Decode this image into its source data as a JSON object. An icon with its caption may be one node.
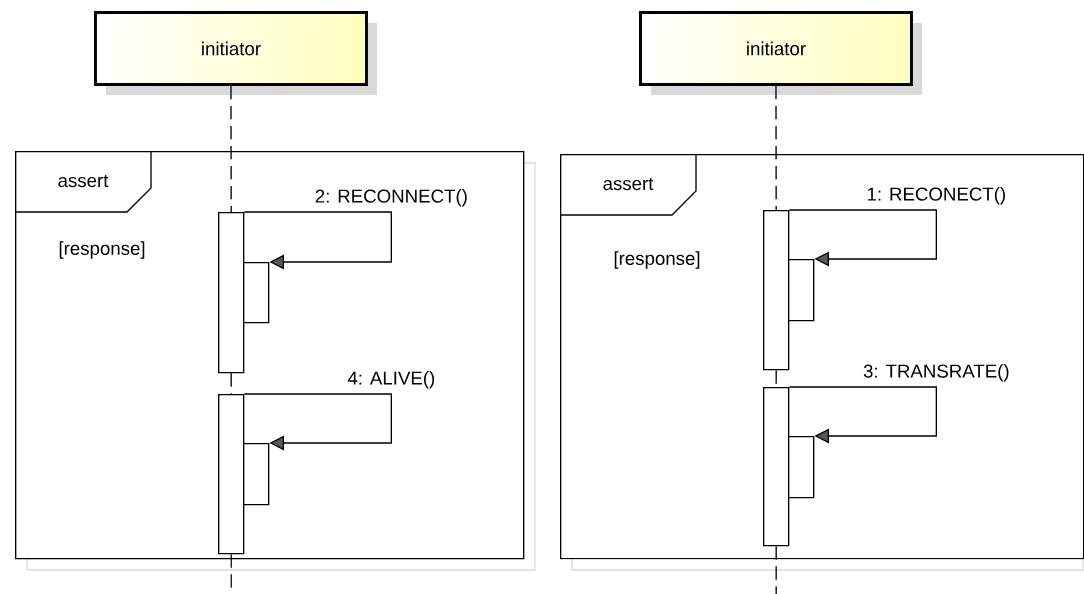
{
  "diagram": {
    "nodes": [
      {
        "text": [
          "initiator"
        ]
      },
      {
        "text": [
          "assert",
          "[response]"
        ]
      },
      {
        "text": [],
        "shape": "bar",
        "in": 1
      },
      {
        "text": [],
        "shape": "bar",
        "in": 1
      },
      {
        "text": [],
        "shape": "bar",
        "in": 1
      },
      {
        "text": [],
        "shape": "bar",
        "in": 1
      },
      {
        "text": [
          "initiator"
        ]
      },
      {
        "text": [
          "assert",
          "[response]"
        ]
      },
      {
        "text": [],
        "shape": "bar",
        "in": 7
      },
      {
        "text": [],
        "shape": "bar",
        "in": 7
      },
      {
        "text": [],
        "shape": "bar",
        "in": 7
      },
      {
        "text": [],
        "shape": "bar",
        "in": 7
      }
    ],
    "edges": [
      {
        "from": 0,
        "to": 2,
        "arrow": "none",
        "style": "dashed"
      },
      {
        "from": 2,
        "to": 4,
        "arrow": "none",
        "style": "dashed"
      },
      {
        "from": 4,
        "to": null,
        "arrow": "none",
        "style": "dashed"
      },
      {
        "from": 2,
        "to": 3,
        "arrow": "to",
        "label": "2: RECONNECT()"
      },
      {
        "from": 4,
        "to": 5,
        "arrow": "to",
        "label": "4: ALIVE()"
      },
      {
        "from": 6,
        "to": 8,
        "arrow": "none",
        "style": "dashed"
      },
      {
        "from": 8,
        "to": 10,
        "arrow": "none",
        "style": "dashed"
      },
      {
        "from": 10,
        "to": null,
        "arrow": "none",
        "style": "dashed"
      },
      {
        "from": 8,
        "to": 9,
        "arrow": "to",
        "label": "1: RECONECT()"
      },
      {
        "from": 10,
        "to": 11,
        "arrow": "to",
        "label": "3: TRANSRATE()"
      }
    ]
  }
}
